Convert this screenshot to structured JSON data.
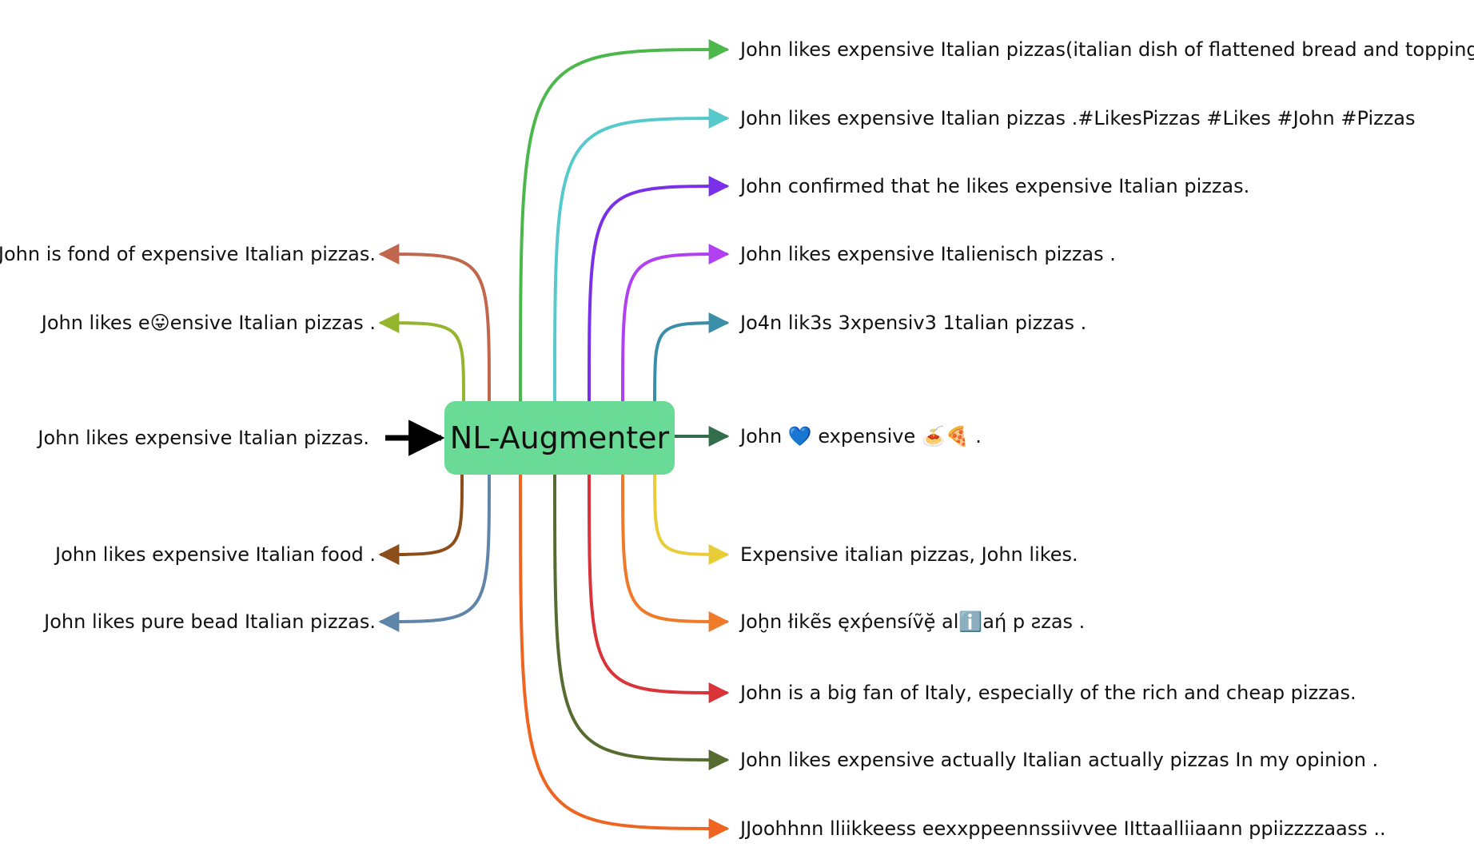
{
  "center": {
    "label": "NL-Augmenter",
    "color": "#6adb96"
  },
  "input": {
    "text": "John likes expensive Italian pizzas.",
    "arrow_color": "#000000"
  },
  "left_outputs": [
    {
      "text": "John is fond of expensive Italian pizzas.",
      "color": "#c0674e"
    },
    {
      "text": "John likes e😛ensive Italian pizzas .",
      "color": "#95b52e"
    },
    {
      "text": "John likes expensive Italian food .",
      "color": "#8b4e1a"
    },
    {
      "text": "John likes pure bead Italian pizzas.",
      "color": "#5f86a8"
    }
  ],
  "right_outputs": [
    {
      "text": "John likes expensive Italian pizzas(italian dish of flattened bread and toppings).",
      "color": "#4cb84c"
    },
    {
      "text": "John likes expensive Italian pizzas .#LikesPizzas #Likes #John #Pizzas",
      "color": "#55c9cc"
    },
    {
      "text": "John confirmed that he likes expensive Italian pizzas.",
      "color": "#7a30e8"
    },
    {
      "text": "John likes expensive Italienisch pizzas .",
      "color": "#b040f0"
    },
    {
      "text": "Jo4n lik3s 3xpensiv3 1talian pizzas .",
      "color": "#3a8ea8"
    },
    {
      "text": "John 💙 expensive 🍝🍕 .",
      "color": "#336e4c"
    },
    {
      "text": "Expensive italian pizzas, John likes.",
      "color": "#e8cc38"
    },
    {
      "text": "Joḫn łikẽs ęxṕensíṽḝ   alℹ️aή p  ƨzas .",
      "color": "#ee7a2a"
    },
    {
      "text": "John is a big fan of Italy, especially of the rich and cheap pizzas.",
      "color": "#d8343a"
    },
    {
      "text": "John likes expensive actually Italian actually pizzas In my opinion .",
      "color": "#566b30"
    },
    {
      "text": "JJoohhnn  lliikkeess  eexxppeennssiivvee  IIttaalliiaann  ppiizzzzaass ..",
      "color": "#ee6420"
    }
  ]
}
